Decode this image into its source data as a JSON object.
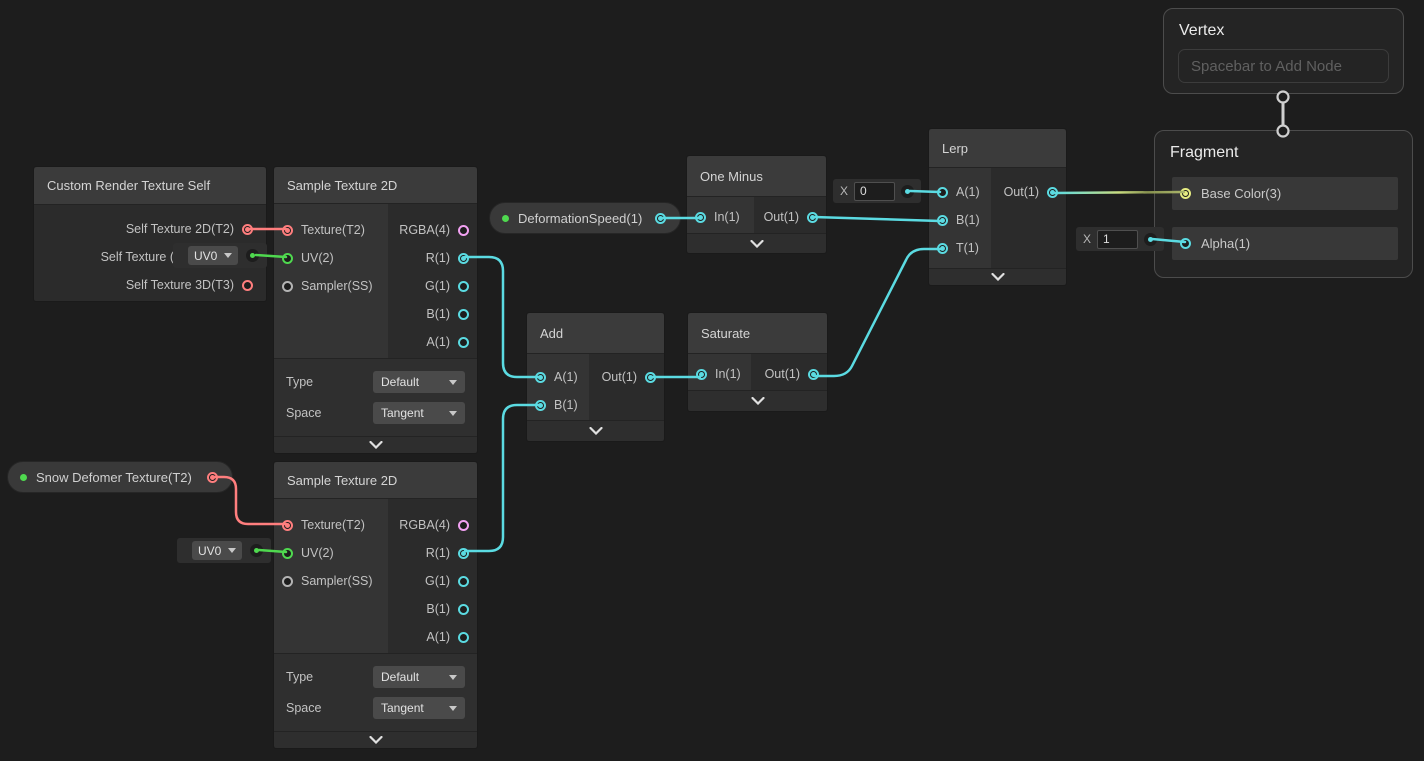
{
  "colors": {
    "background": "#1d1d1d",
    "float_cyan": "#5bdbe2",
    "texture_red": "#ff7e7e",
    "uv_green": "#4fd94f",
    "vector4_pink": "#f2a1f2",
    "vector3_yellow": "#e6ec82",
    "sampler_gray": "#b4b4b4"
  },
  "nodes": {
    "crt": {
      "title": "Custom Render Texture Self",
      "ports": {
        "tex2d": "Self Texture 2D(T2)",
        "texcube": "Self Texture (",
        "tex3d": "Self Texture 3D(T3)"
      }
    },
    "sample1": {
      "title": "Sample Texture 2D",
      "inputs": {
        "texture": "Texture(T2)",
        "uv": "UV(2)",
        "sampler": "Sampler(SS)"
      },
      "outputs": {
        "rgba": "RGBA(4)",
        "r": "R(1)",
        "g": "G(1)",
        "b": "B(1)",
        "a": "A(1)"
      },
      "controls": {
        "type_label": "Type",
        "type_value": "Default",
        "space_label": "Space",
        "space_value": "Tangent"
      }
    },
    "sample2": {
      "title": "Sample Texture 2D",
      "inputs": {
        "texture": "Texture(T2)",
        "uv": "UV(2)",
        "sampler": "Sampler(SS)"
      },
      "outputs": {
        "rgba": "RGBA(4)",
        "r": "R(1)",
        "g": "G(1)",
        "b": "B(1)",
        "a": "A(1)"
      },
      "controls": {
        "type_label": "Type",
        "type_value": "Default",
        "space_label": "Space",
        "space_value": "Tangent"
      }
    },
    "one_minus": {
      "title": "One Minus",
      "in": "In(1)",
      "out": "Out(1)"
    },
    "add": {
      "title": "Add",
      "a": "A(1)",
      "b": "B(1)",
      "out": "Out(1)"
    },
    "saturate": {
      "title": "Saturate",
      "in": "In(1)",
      "out": "Out(1)"
    },
    "lerp": {
      "title": "Lerp",
      "a": "A(1)",
      "b": "B(1)",
      "t": "T(1)",
      "out": "Out(1)"
    }
  },
  "pills": {
    "deformation_speed": {
      "label": "DeformationSpeed(1)"
    },
    "snow_deformer": {
      "label": "Snow Defomer Texture(T2)"
    }
  },
  "widgets": {
    "lerp_a": {
      "label": "X",
      "value": "0"
    },
    "alpha": {
      "label": "X",
      "value": "1"
    },
    "uv_sample1": {
      "value": "UV0"
    },
    "uv_sample2": {
      "value": "UV0"
    }
  },
  "master": {
    "vertex": {
      "title": "Vertex",
      "placeholder": "Spacebar to Add Node"
    },
    "fragment": {
      "title": "Fragment",
      "base_color": "Base Color(3)",
      "alpha": "Alpha(1)"
    }
  }
}
